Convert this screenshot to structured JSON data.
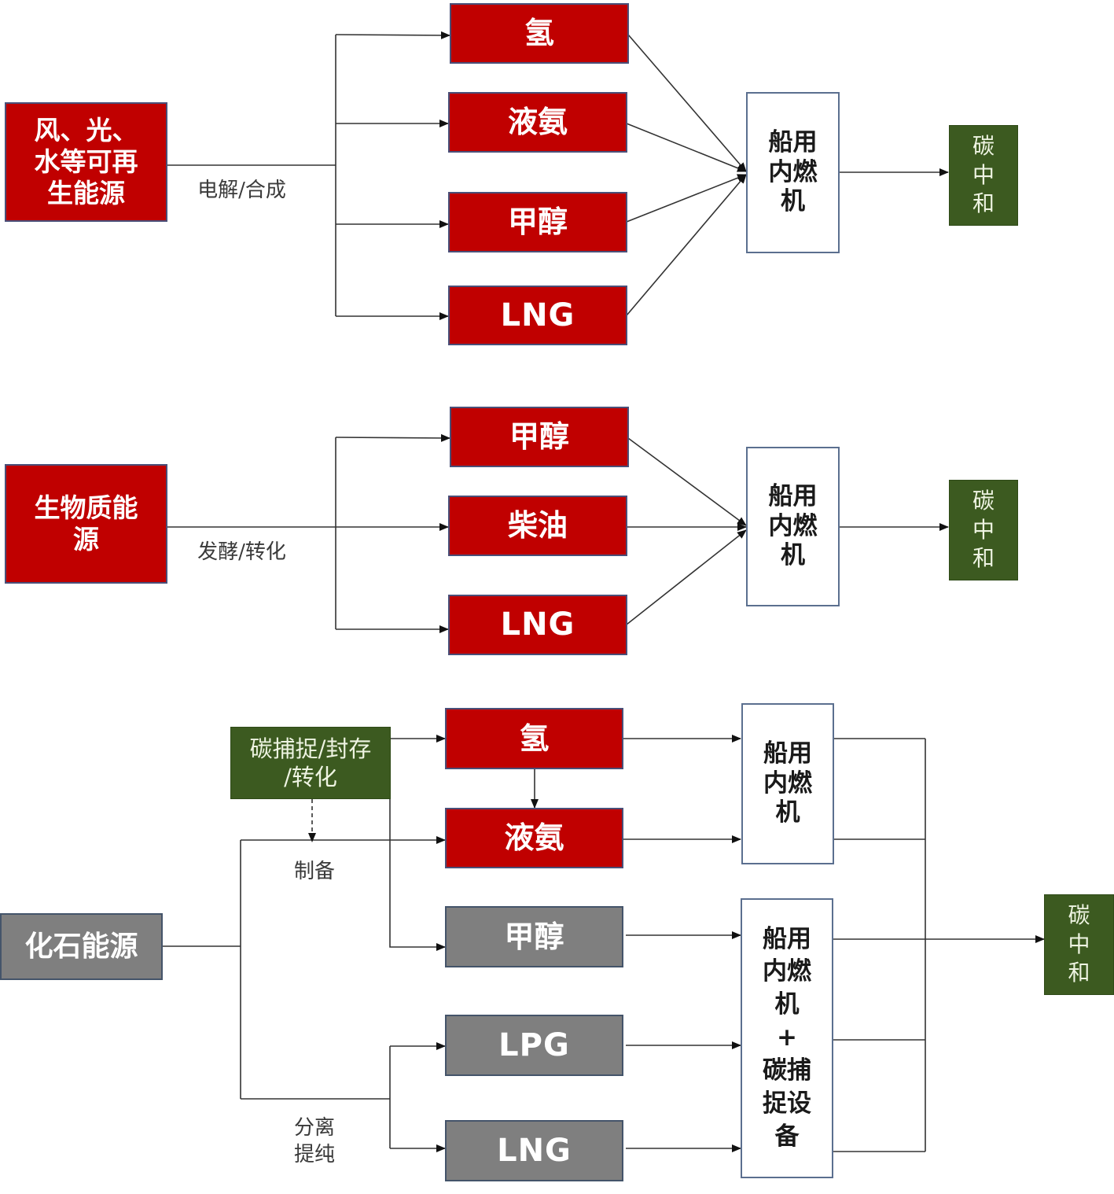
{
  "sections": [
    {
      "id": "renewable",
      "source": "风、光、\n水等可再\n生能源",
      "process_label": "电解/合成",
      "fuels": [
        "氢",
        "液氨",
        "甲醇",
        "LNG"
      ],
      "engine": "船用\n内燃\n机",
      "result": "碳\n中\n和"
    },
    {
      "id": "biomass",
      "source": "生物质能\n源",
      "process_label": "发酵/转化",
      "fuels": [
        "甲醇",
        "柴油",
        "LNG"
      ],
      "engine": "船用\n内燃\n机",
      "result": "碳\n中\n和"
    },
    {
      "id": "fossil",
      "source": "化石能源",
      "ccs_box": "碳捕捉/封存\n/转化",
      "process_label_prepare": "制备",
      "process_label_separate": "分离\n提纯",
      "fuels": [
        "氢",
        "液氨",
        "甲醇",
        "LPG",
        "LNG"
      ],
      "engine_a": "船用\n内燃\n机",
      "engine_b": "船用\n内燃\n机\n+\n碳捕\n捉设\n备",
      "result": "碳\n中\n和"
    }
  ],
  "colors": {
    "renewable_fuel": "#c00000",
    "fossil_fuel": "#7f7f7f",
    "carbon_neutral": "#3c5a20",
    "line": "#333333"
  }
}
